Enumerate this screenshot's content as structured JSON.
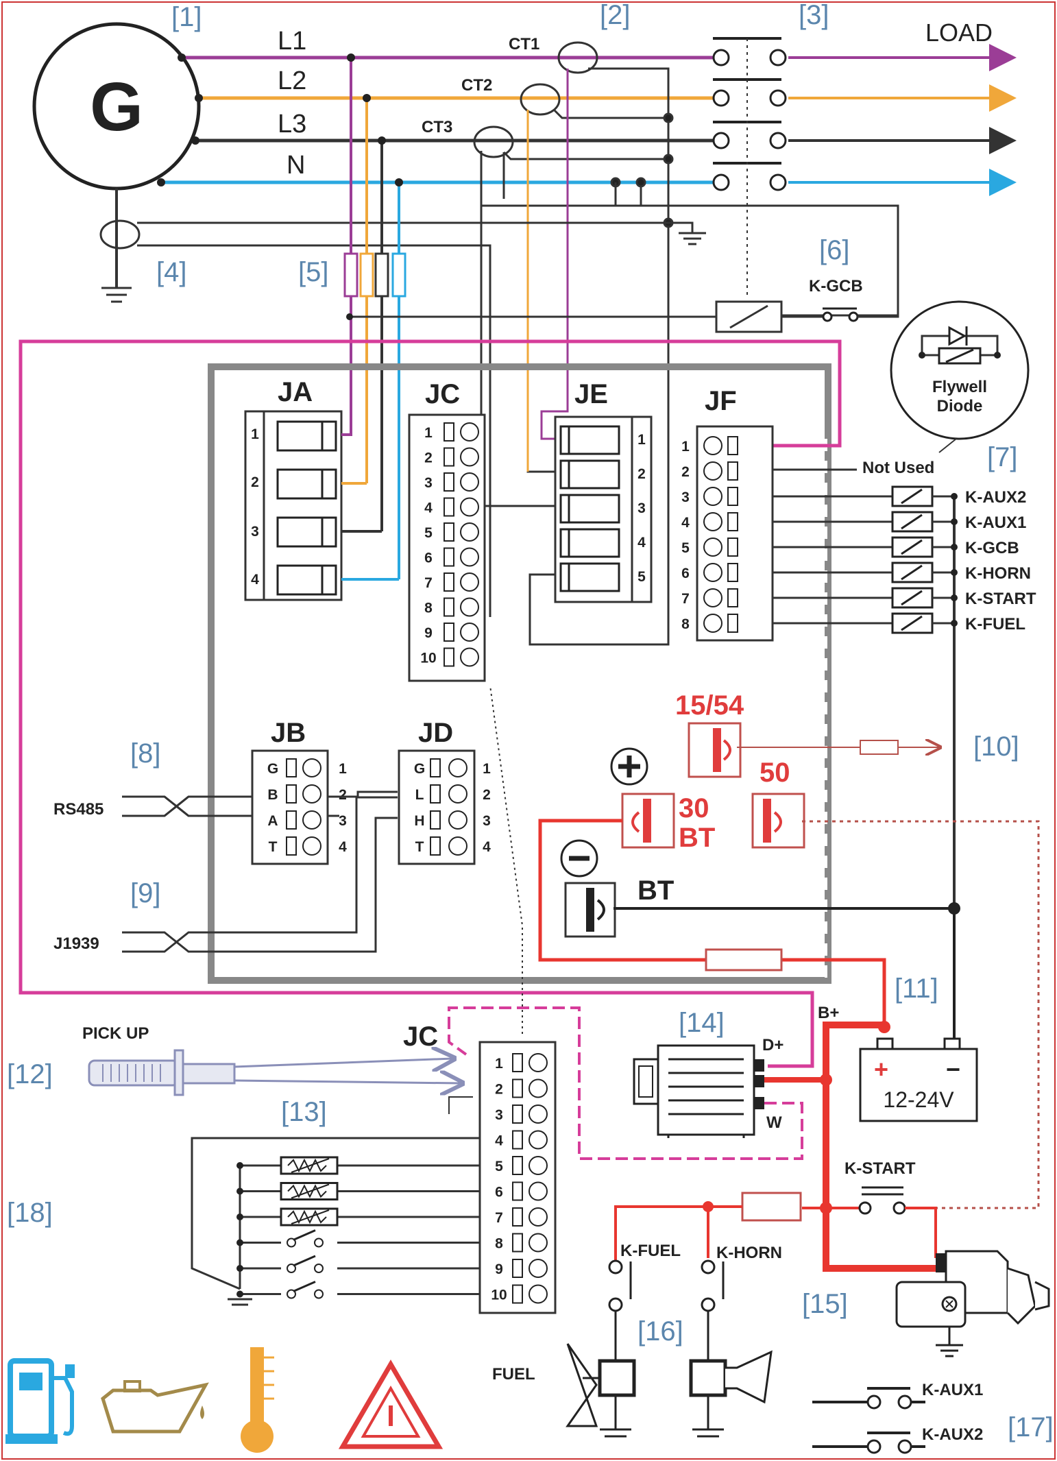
{
  "generator": {
    "symbol": "G"
  },
  "refs": {
    "r1": "[1]",
    "r2": "[2]",
    "r3": "[3]",
    "r4": "[4]",
    "r5": "[5]",
    "r6": "[6]",
    "r7": "[7]",
    "r8": "[8]",
    "r9": "[9]",
    "r10": "[10]",
    "r11": "[11]",
    "r12": "[12]",
    "r13": "[13]",
    "r14": "[14]",
    "r15": "[15]",
    "r16": "[16]",
    "r17": "[17]",
    "r18": "[18]"
  },
  "phases": {
    "l1": "L1",
    "l2": "L2",
    "l3": "L3",
    "n": "N"
  },
  "cts": {
    "ct1": "CT1",
    "ct2": "CT2",
    "ct3": "CT3"
  },
  "load": "LOAD",
  "relay_gcb": "K-GCB",
  "flywheel": {
    "line1": "Flywell",
    "line2": "Diode"
  },
  "connectors": {
    "ja": "JA",
    "jc": "JC",
    "je": "JE",
    "jf": "JF",
    "jb": "JB",
    "jd": "JD",
    "jc2": "JC",
    "ja_pins": [
      "1",
      "2",
      "3",
      "4"
    ],
    "jc_pins": [
      "1",
      "2",
      "3",
      "4",
      "5",
      "6",
      "7",
      "8",
      "9",
      "10"
    ],
    "je_pins": [
      "1",
      "2",
      "3",
      "4",
      "5"
    ],
    "jf_pins": [
      "1",
      "2",
      "3",
      "4",
      "5",
      "6",
      "7",
      "8"
    ],
    "jb_letters": [
      "G",
      "B",
      "A",
      "T"
    ],
    "jb_pins": [
      "1",
      "2",
      "3",
      "4"
    ],
    "jd_letters": [
      "G",
      "L",
      "H",
      "T"
    ],
    "jd_pins": [
      "1",
      "2",
      "3",
      "4"
    ]
  },
  "jf_not_used": "Not Used",
  "relays": [
    "K-AUX2",
    "K-AUX1",
    "K-GCB",
    "K-HORN",
    "K-START",
    "K-FUEL"
  ],
  "rs485": "RS485",
  "j1939": "J1939",
  "terminals": {
    "t1554": "15/54",
    "t50": "50",
    "t30": "30",
    "tbt": "BT",
    "bt": "BT",
    "plus": "+",
    "minus": "−"
  },
  "battery": {
    "bplus": "B+",
    "voltage": "12-24V",
    "plus": "+",
    "minus": "−"
  },
  "alternator": {
    "dplus": "D+",
    "w": "W"
  },
  "pickup": "PICK UP",
  "kstart": "K-START",
  "kfuel": "K-FUEL",
  "khorn": "K-HORN",
  "fuel": "FUEL",
  "aux": {
    "a1": "K-AUX1",
    "a2": "K-AUX2"
  },
  "colors": {
    "l1": "#9b3d96",
    "l2": "#f0a73a",
    "l3": "#333333",
    "n": "#2aa8e0",
    "pink": "#d63d9a",
    "power": "#e8362f"
  }
}
